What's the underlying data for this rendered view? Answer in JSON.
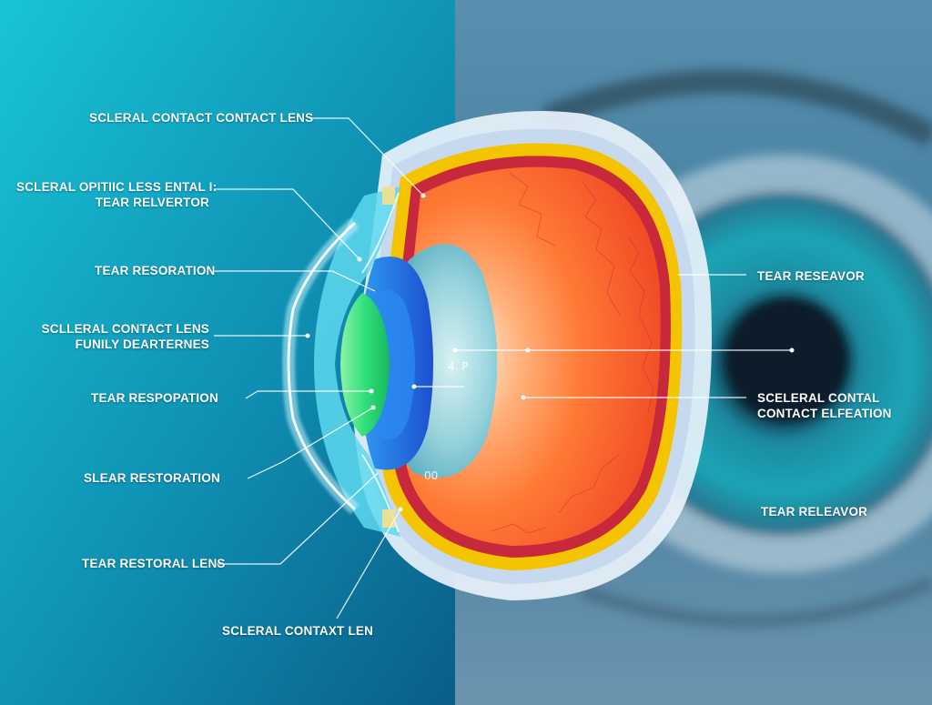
{
  "labels": {
    "l1": [
      "SCLERAL CONTACT  CONTACT LENS"
    ],
    "l2": [
      "SCLERAL  OPITIIC LESS ENTAL I:",
      "TEAR RELVERTOR"
    ],
    "l3": [
      "TEAR RESORATION"
    ],
    "l4": [
      "SCLLERAL CONTACT LENS",
      "FUNILY DEARTERNES"
    ],
    "l5": [
      "TEAR RESPOPATION"
    ],
    "l6": [
      "SLEAR RESTORATION"
    ],
    "l7": [
      "TEAR RESTORAL LENS"
    ],
    "l8": [
      "SCLERAL CONTAXT LEN"
    ],
    "r1": [
      "TEAR RESEAVOR"
    ],
    "r2": [
      "SCELERAL CONTAL",
      "CONTACT ELFEATION"
    ],
    "r3": [
      "TEAR RELEAVOR"
    ]
  },
  "inner_marks": {
    "lens_mark": "4. P",
    "lens_mark2": "00"
  },
  "colors": {
    "bg_left": "#12b6cf",
    "bg_right": "#0f5d86",
    "retina": "#ff6a2a",
    "sclera_band": "#f5c400",
    "vessel_band": "#c8283c",
    "scleral_lens": "#5ed8f0",
    "cornea_green": "#2fe07a",
    "iris_blue": "#2a6fe0",
    "leader_line": "#ffffff"
  }
}
